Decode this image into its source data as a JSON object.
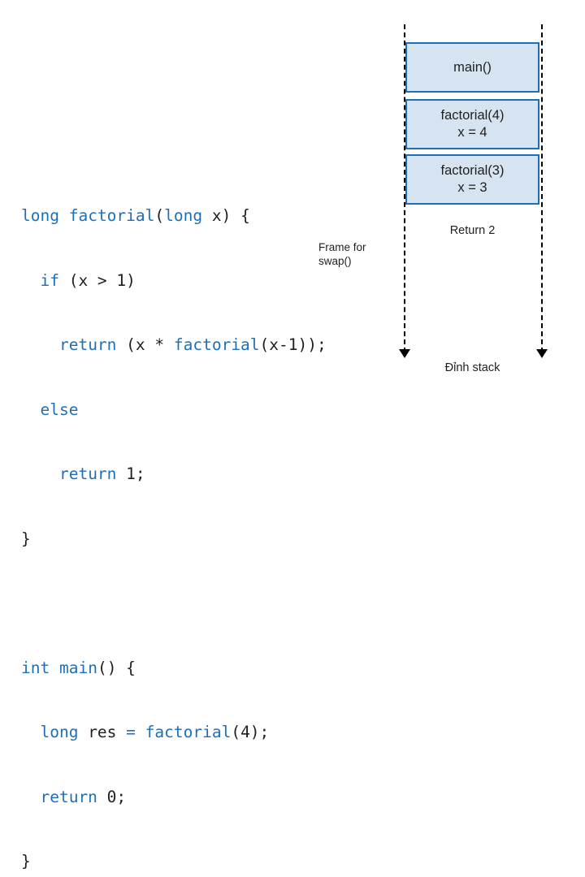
{
  "code": {
    "lines": [
      [
        {
          "t": "long",
          "c": "kw"
        },
        {
          "t": " ",
          "c": "plain"
        },
        {
          "t": "factorial",
          "c": "fn"
        },
        {
          "t": "(",
          "c": "plain"
        },
        {
          "t": "long",
          "c": "kw"
        },
        {
          "t": " x) {",
          "c": "plain"
        }
      ],
      [
        {
          "t": "  ",
          "c": "plain"
        },
        {
          "t": "if",
          "c": "kw"
        },
        {
          "t": " (x > 1)",
          "c": "plain"
        }
      ],
      [
        {
          "t": "    ",
          "c": "plain"
        },
        {
          "t": "return",
          "c": "kw"
        },
        {
          "t": " (x * ",
          "c": "plain"
        },
        {
          "t": "factorial",
          "c": "fn"
        },
        {
          "t": "(x-1));",
          "c": "plain"
        }
      ],
      [
        {
          "t": "  ",
          "c": "plain"
        },
        {
          "t": "else",
          "c": "kw"
        }
      ],
      [
        {
          "t": "    ",
          "c": "plain"
        },
        {
          "t": "return",
          "c": "kw"
        },
        {
          "t": " 1;",
          "c": "plain"
        }
      ],
      [
        {
          "t": "}",
          "c": "plain"
        }
      ],
      [
        {
          "t": " ",
          "c": "plain"
        }
      ],
      [
        {
          "t": "int",
          "c": "kw"
        },
        {
          "t": " ",
          "c": "plain"
        },
        {
          "t": "main",
          "c": "fn"
        },
        {
          "t": "() {",
          "c": "plain"
        }
      ],
      [
        {
          "t": "  ",
          "c": "plain"
        },
        {
          "t": "long",
          "c": "kw"
        },
        {
          "t": " res ",
          "c": "plain"
        },
        {
          "t": "=",
          "c": "kw"
        },
        {
          "t": " ",
          "c": "plain"
        },
        {
          "t": "factorial",
          "c": "fn"
        },
        {
          "t": "(4);",
          "c": "plain"
        }
      ],
      [
        {
          "t": "  ",
          "c": "plain"
        },
        {
          "t": "return",
          "c": "kw"
        },
        {
          "t": " 0;",
          "c": "plain"
        }
      ],
      [
        {
          "t": "}",
          "c": "plain"
        }
      ]
    ]
  },
  "stack": {
    "frames": [
      {
        "title": "main()",
        "sub": ""
      },
      {
        "title": "factorial(4)",
        "sub": "x = 4"
      },
      {
        "title": "factorial(3)",
        "sub": "x = 3"
      }
    ],
    "return_label": "Return 2",
    "bottom_label": "Đỉnh stack"
  },
  "annotation": {
    "line1": "Frame for",
    "line2": "swap()"
  },
  "colors": {
    "frame_fill": "#d6e3f0",
    "frame_border": "#1f6fb8",
    "keyword": "#1f6fb8",
    "text": "#1f1f1f"
  }
}
